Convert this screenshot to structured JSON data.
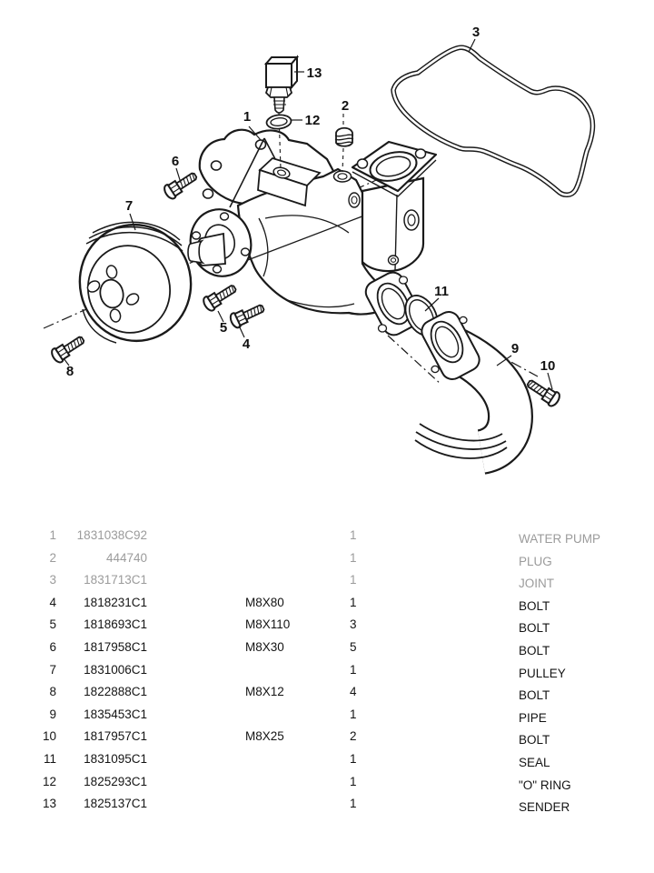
{
  "page": {
    "background": "#ffffff",
    "line_color": "#1a1a1a"
  },
  "diagram": {
    "title": "water pump exploded view",
    "callouts": [
      {
        "id": "1"
      },
      {
        "id": "2"
      },
      {
        "id": "3"
      },
      {
        "id": "4"
      },
      {
        "id": "5"
      },
      {
        "id": "6"
      },
      {
        "id": "7"
      },
      {
        "id": "8"
      },
      {
        "id": "9"
      },
      {
        "id": "10"
      },
      {
        "id": "11"
      },
      {
        "id": "12"
      },
      {
        "id": "13"
      }
    ]
  },
  "parts_table": {
    "muted_color": "#9b9b9b",
    "text_color": "#141414",
    "rows": [
      {
        "item": "1",
        "part_number": "1831038C92",
        "size": "",
        "qty": "1",
        "description": "WATER PUMP",
        "muted": true
      },
      {
        "item": "2",
        "part_number": "444740",
        "size": "",
        "qty": "1",
        "description": "PLUG",
        "muted": true
      },
      {
        "item": "3",
        "part_number": "1831713C1",
        "size": "",
        "qty": "1",
        "description": "JOINT",
        "muted": true
      },
      {
        "item": "4",
        "part_number": "1818231C1",
        "size": "M8X80",
        "qty": "1",
        "description": "BOLT",
        "muted": false
      },
      {
        "item": "5",
        "part_number": "1818693C1",
        "size": "M8X110",
        "qty": "3",
        "description": "BOLT",
        "muted": false
      },
      {
        "item": "6",
        "part_number": "1817958C1",
        "size": "M8X30",
        "qty": "5",
        "description": "BOLT",
        "muted": false
      },
      {
        "item": "7",
        "part_number": "1831006C1",
        "size": "",
        "qty": "1",
        "description": "PULLEY",
        "muted": false
      },
      {
        "item": "8",
        "part_number": "1822888C1",
        "size": "M8X12",
        "qty": "4",
        "description": "BOLT",
        "muted": false
      },
      {
        "item": "9",
        "part_number": "1835453C1",
        "size": "",
        "qty": "1",
        "description": "PIPE",
        "muted": false
      },
      {
        "item": "10",
        "part_number": "1817957C1",
        "size": "M8X25",
        "qty": "2",
        "description": "BOLT",
        "muted": false
      },
      {
        "item": "11",
        "part_number": "1831095C1",
        "size": "",
        "qty": "1",
        "description": "SEAL",
        "muted": false
      },
      {
        "item": "12",
        "part_number": "1825293C1",
        "size": "",
        "qty": "1",
        "description": "\"O\" RING",
        "muted": false
      },
      {
        "item": "13",
        "part_number": "1825137C1",
        "size": "",
        "qty": "1",
        "description": "SENDER",
        "muted": false
      }
    ]
  }
}
